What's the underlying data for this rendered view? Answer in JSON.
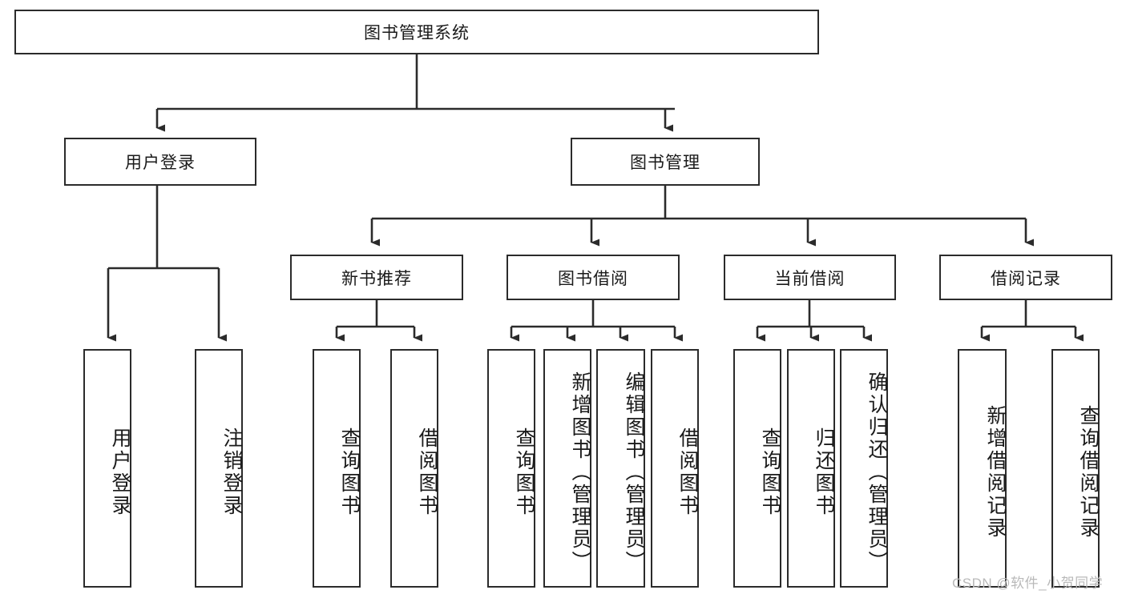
{
  "diagram": {
    "title": "图书管理系统",
    "type": "tree-hierarchy-function-chart",
    "colors": {
      "stroke": "#2b2b2b",
      "fill": "#ffffff",
      "text": "#1a1a1a",
      "watermark": "#b9b9b9"
    },
    "root": {
      "label": "图书管理系统"
    },
    "level2": [
      {
        "label": "用户登录"
      },
      {
        "label": "图书管理"
      }
    ],
    "level3": [
      {
        "label": "新书推荐"
      },
      {
        "label": "图书借阅"
      },
      {
        "label": "当前借阅"
      },
      {
        "label": "借阅记录"
      }
    ],
    "leaves": {
      "user_login": [
        {
          "label": "用户登录"
        },
        {
          "label": "注销登录"
        }
      ],
      "new_book_recommend": [
        {
          "label": "查询图书"
        },
        {
          "label": "借阅图书"
        }
      ],
      "book_borrow": [
        {
          "label": "查询图书"
        },
        {
          "label": "新增图书（管理员）"
        },
        {
          "label": "编辑图书（管理员）"
        },
        {
          "label": "借阅图书"
        }
      ],
      "current_borrow": [
        {
          "label": "查询图书"
        },
        {
          "label": "归还图书"
        },
        {
          "label": "确认归还（管理员）"
        }
      ],
      "borrow_record": [
        {
          "label": "新增借阅记录"
        },
        {
          "label": "查询借阅记录"
        }
      ]
    }
  },
  "watermark": {
    "text": "CSDN @软件_小贺同学"
  }
}
